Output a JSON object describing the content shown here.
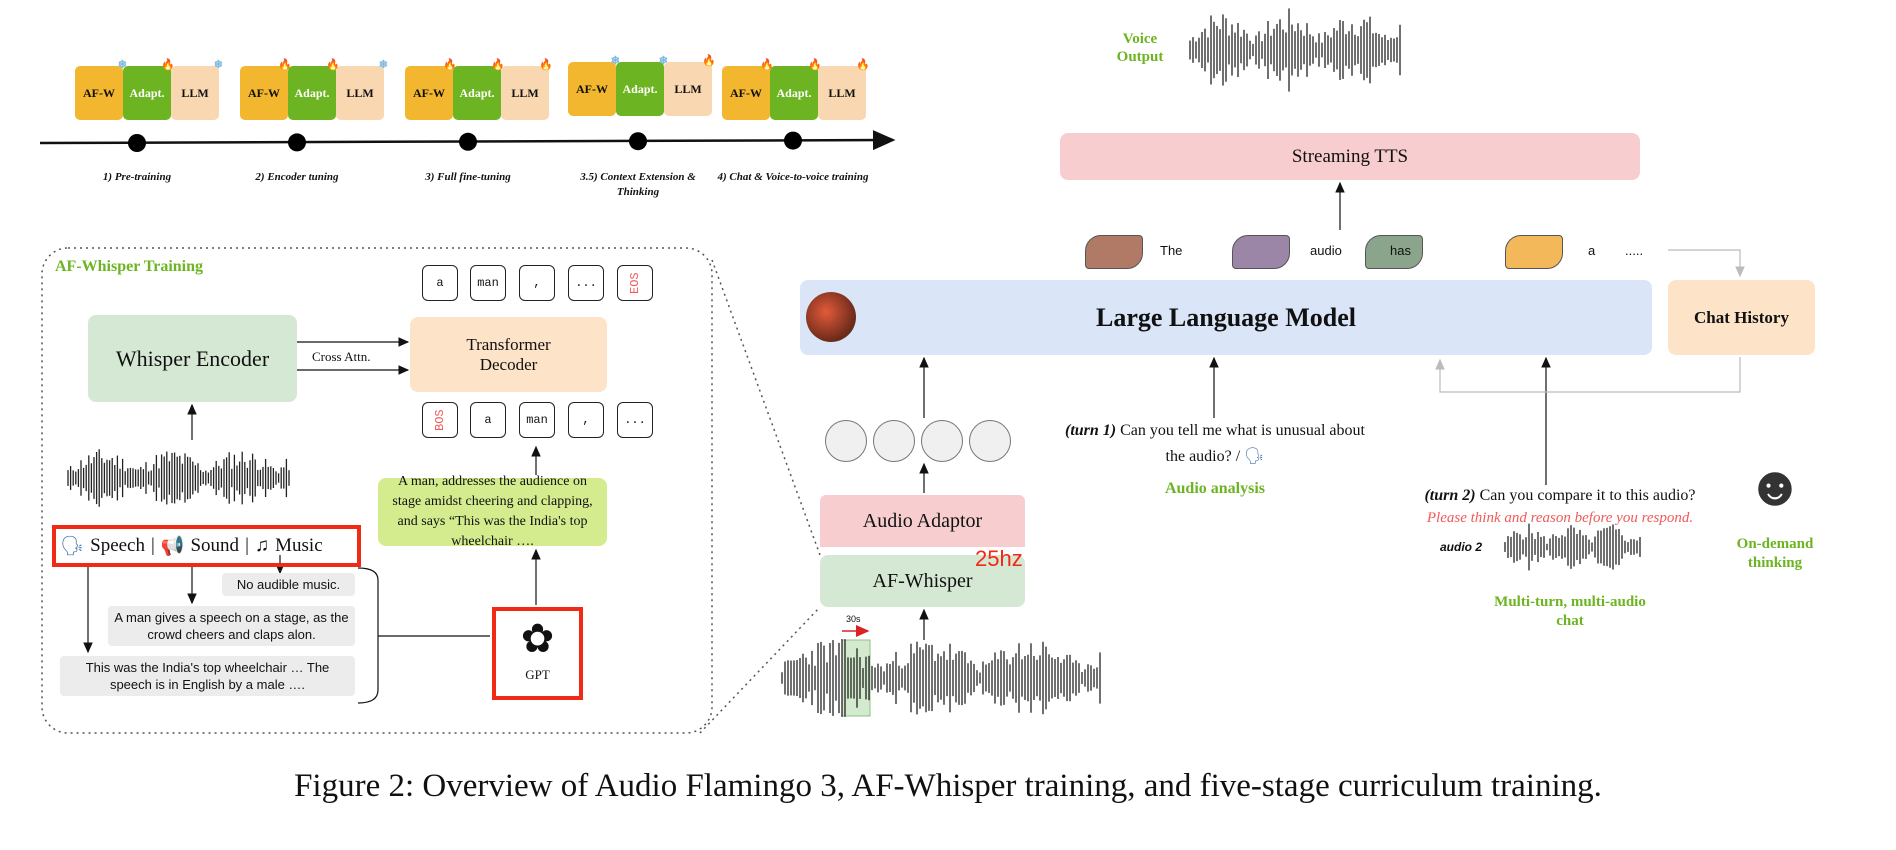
{
  "timeline": {
    "stages": [
      {
        "label": "1) Pre-training",
        "af_w": "frozen",
        "adapt": "trainable",
        "llm": "frozen"
      },
      {
        "label": "2) Encoder tuning",
        "af_w": "trainable",
        "adapt": "trainable",
        "llm": "frozen"
      },
      {
        "label": "3) Full fine-tuning",
        "af_w": "trainable",
        "adapt": "trainable",
        "llm": "trainable"
      },
      {
        "label": "3.5) Context Extension & Thinking",
        "af_w": "frozen",
        "adapt": "frozen",
        "llm": "trainable"
      },
      {
        "label": "4) Chat & Voice-to-voice training",
        "af_w": "trainable",
        "adapt": "trainable",
        "llm": "trainable"
      }
    ],
    "box_labels": {
      "af_w": "AF-W",
      "adapt": "Adapt.",
      "llm": "LLM"
    },
    "icons": {
      "frozen": "❄",
      "trainable": "🔥"
    }
  },
  "af_whisper_training": {
    "title": "AF-Whisper Training",
    "encoder": "Whisper Encoder",
    "cross_attn": "Cross Attn.",
    "decoder": "Transformer Decoder",
    "output_tokens": [
      "a",
      "man",
      ",",
      "...",
      "EOS"
    ],
    "input_tokens": [
      "BOS",
      "a",
      "man",
      ",",
      "..."
    ],
    "caption": "A man, addresses the audience on stage amidst cheering and clapping, and says “This was the India's top wheelchair ….",
    "modalities": [
      "Speech",
      "Sound",
      "Music"
    ],
    "separator": "|",
    "music_caption": "No audible music.",
    "sound_caption": "A man gives a speech on a stage, as the crowd cheers and claps alon.",
    "speech_caption": "This was the India's top wheelchair … The speech is in English by a male ….",
    "gpt_label": "GPT"
  },
  "main": {
    "voice_output": "Voice Output",
    "tts": "Streaming TTS",
    "output_words": [
      "The",
      "audio",
      "has",
      "a",
      "....."
    ],
    "token_colors": [
      "#b07a66",
      "#9b86a8",
      "#8aa58b",
      "#f2b85a"
    ],
    "llm": "Large Language Model",
    "chat_history": "Chat History",
    "audio_adaptor": "Audio Adaptor",
    "af_whisper": "AF-Whisper",
    "rate": "25hz",
    "window": "30s",
    "turn1_tag": "(turn 1)",
    "turn1_text": "Can you tell me what is unusual about the audio? /",
    "audio_analysis": "Audio analysis",
    "turn2_tag": "(turn 2)",
    "turn2_text": "Can you compare it to this audio?",
    "turn2_think": "Please think and reason before you respond.",
    "audio2": "audio 2",
    "multi_turn": "Multi-turn, multi-audio chat",
    "on_demand": "On-demand thinking"
  },
  "figure_caption": "Figure 2: Overview of Audio Flamingo 3, AF-Whisper training, and five-stage curriculum training."
}
